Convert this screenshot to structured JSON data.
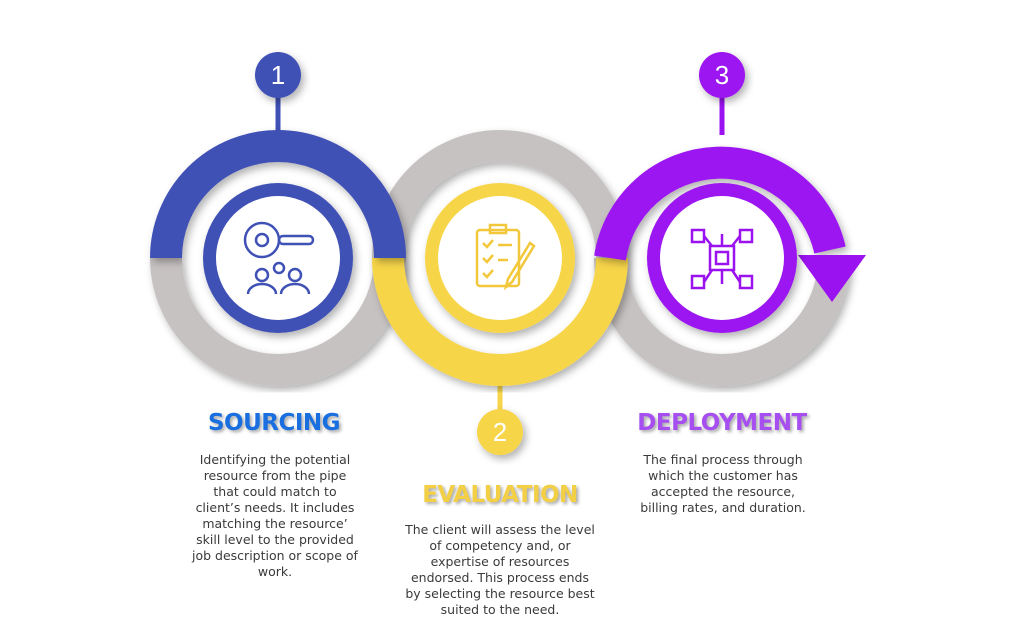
{
  "steps": [
    {
      "number": "1",
      "title": "SOURCING",
      "description": "Identifying the potential resource from the pipe that could match to client’s needs. It includes matching the resource’ skill level to the provided job description or scope of work.",
      "color": "#3f51b5",
      "icon": "search-people-icon"
    },
    {
      "number": "2",
      "title": "EVALUATION",
      "description": "The client will assess the level of competency and, or expertise of resources endorsed. This process ends by selecting the resource best suited to the need.",
      "color": "#f7d54a",
      "icon": "clipboard-checklist-icon"
    },
    {
      "number": "3",
      "title": "DEPLOYMENT",
      "description": "The final process through which the customer has accepted the resource, billing rates, and duration.",
      "color": "#9b12f0",
      "icon": "circuit-network-icon"
    }
  ],
  "colors": {
    "gray": "#c7c2c2",
    "title1": "#1a6fe0",
    "title2": "#f2cf45",
    "title3": "#a64ef0"
  }
}
